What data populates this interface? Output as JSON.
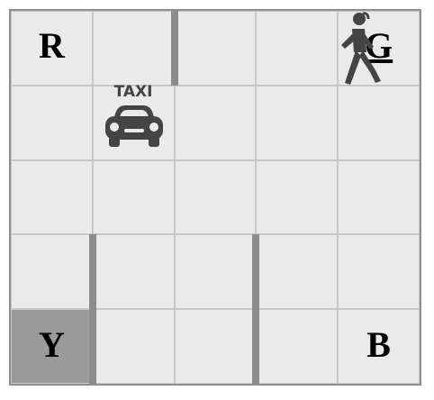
{
  "grid": {
    "rows": 5,
    "cols": 5
  },
  "colors": {
    "cell": "#eaeaea",
    "cell_border": "#c8c8c8",
    "wall": "#8c8c8c",
    "depot_highlight": "#9a9a9a",
    "sprite": "#444444"
  },
  "depots": [
    {
      "label": "R",
      "row": 0,
      "col": 0,
      "highlighted": false,
      "destination": false
    },
    {
      "label": "G",
      "row": 0,
      "col": 4,
      "highlighted": false,
      "destination": true
    },
    {
      "label": "Y",
      "row": 4,
      "col": 0,
      "highlighted": true,
      "destination": false
    },
    {
      "label": "B",
      "row": 4,
      "col": 4,
      "highlighted": false,
      "destination": false
    }
  ],
  "walls": [
    {
      "row": 0,
      "between_cols": [
        1,
        2
      ]
    },
    {
      "row": 3,
      "between_cols": [
        0,
        1
      ]
    },
    {
      "row": 4,
      "between_cols": [
        0,
        1
      ]
    },
    {
      "row": 3,
      "between_cols": [
        2,
        3
      ]
    },
    {
      "row": 4,
      "between_cols": [
        2,
        3
      ]
    }
  ],
  "taxi": {
    "row": 1,
    "col": 1,
    "sign": "TAXI",
    "icon": "taxi-icon"
  },
  "passenger": {
    "row": 0,
    "col": 4,
    "icon": "person-walking-icon"
  }
}
